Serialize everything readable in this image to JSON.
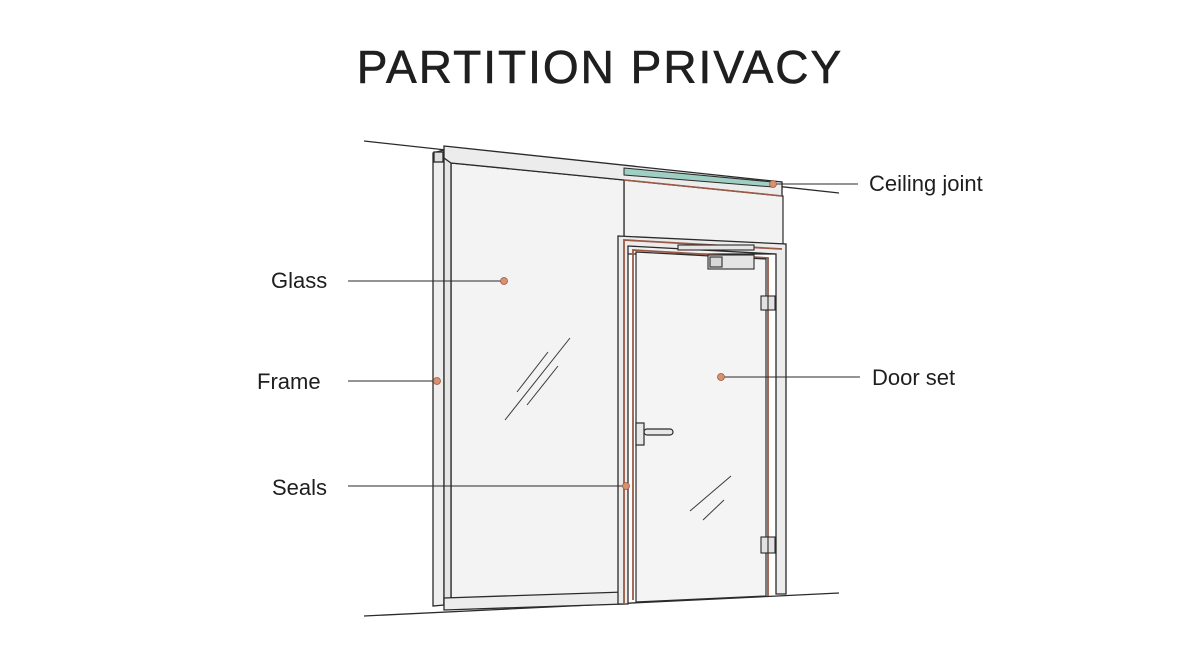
{
  "title": "PARTITION PRIVACY",
  "labels": {
    "glass": "Glass",
    "frame": "Frame",
    "seals": "Seals",
    "ceiling_joint": "Ceiling joint",
    "door_set": "Door set"
  },
  "colors": {
    "line": "#2a2a2a",
    "frame_fill": "#efefef",
    "glass_fill": "#f3f3f3",
    "ceiling_accent": "#9fcfc3",
    "seal": "#9a5a46",
    "marker": "#d9906f"
  }
}
